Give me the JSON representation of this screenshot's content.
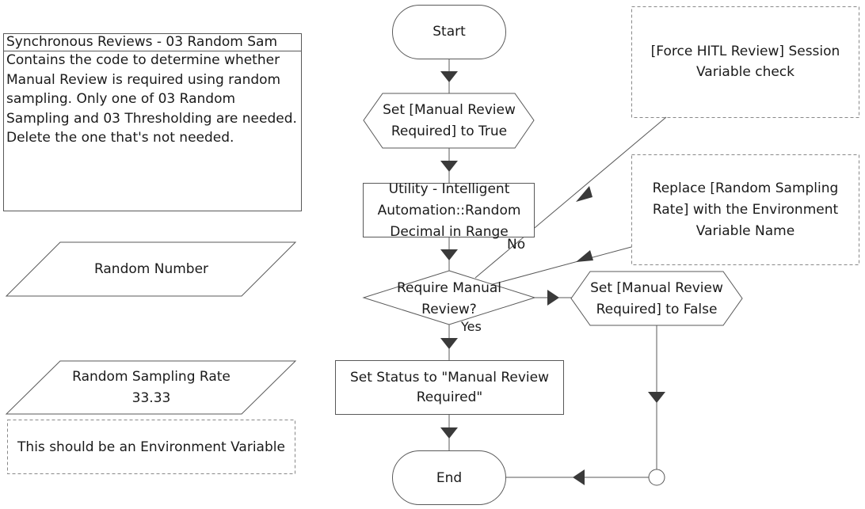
{
  "note": {
    "title": "Synchronous Reviews - 03 Random Sam",
    "body": "Contains the code to determine whether Manual Review is required using random sampling. Only one of 03 Random Sampling and 03 Thresholding are needed. Delete the one that's not needed."
  },
  "data_items": {
    "random_number": "Random Number",
    "sampling_rate_label": "Random Sampling Rate",
    "sampling_rate_value": "33.33",
    "env_note": "This should be an Environment Variable"
  },
  "flow": {
    "start": "Start",
    "set_true_line1": "Set [Manual Review",
    "set_true_line2": "Required] to True",
    "utility_line1": "Utility - Intelligent",
    "utility_line2": "Automation::Random",
    "utility_line3": "Decimal in Range",
    "decision_line1": "Require Manual",
    "decision_line2": "Review?",
    "no_label": "No",
    "yes_label": "Yes",
    "set_false_line1": "Set [Manual Review",
    "set_false_line2": "Required] to False",
    "set_status_line1": "Set Status to \"Manual Review",
    "set_status_line2": "Required\"",
    "end": "End"
  },
  "annotations": {
    "hitl_line1": "[Force HITL Review] Session",
    "hitl_line2": "Variable check",
    "replace_line1": "Replace [Random Sampling",
    "replace_line2": "Rate] with the Environment",
    "replace_line3": "Variable Name"
  },
  "colors": {
    "stroke": "#595959",
    "arrow": "#3a3a3a",
    "text": "#1a1a1a"
  }
}
